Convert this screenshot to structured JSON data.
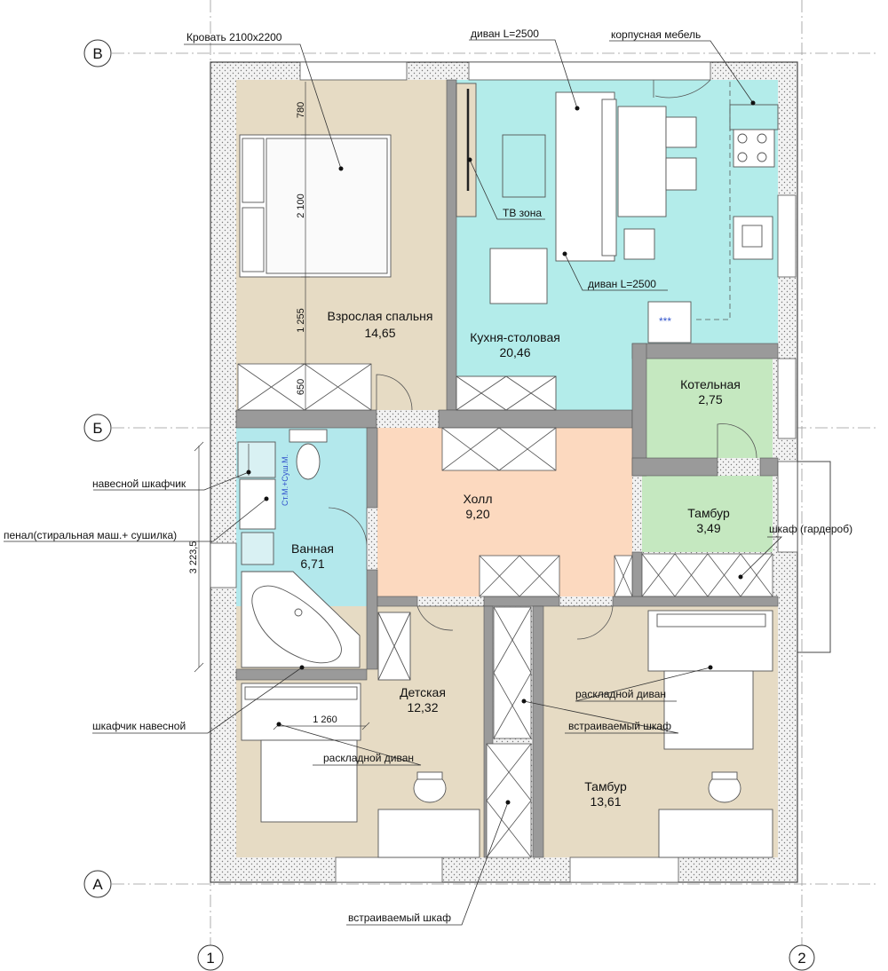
{
  "axes": {
    "rows": [
      "В",
      "Б",
      "А"
    ],
    "cols": [
      "1",
      "2"
    ]
  },
  "rooms": [
    {
      "id": "bedroom",
      "name": "Взрослая спальня",
      "area": "14,65"
    },
    {
      "id": "kitchen",
      "name": "Кухня-столовая",
      "area": "20,46"
    },
    {
      "id": "boiler",
      "name": "Котельная",
      "area": "2,75"
    },
    {
      "id": "hall",
      "name": "Холл",
      "area": "9,20"
    },
    {
      "id": "vestibule",
      "name": "Тамбур",
      "area": "3,49"
    },
    {
      "id": "bath",
      "name": "Ванная",
      "area": "6,71"
    },
    {
      "id": "kids",
      "name": "Детская",
      "area": "12,32"
    },
    {
      "id": "room2",
      "name": "Тамбур",
      "area": "13,61"
    }
  ],
  "annotations": {
    "bed": "Кровать 2100х2200",
    "sofa_top": "диван L=2500",
    "cabinet": "корпусная мебель",
    "tv": "ТВ зона",
    "sofa_mid": "диван L=2500",
    "stars": "***",
    "wall_cabinet": "навесной шкафчик",
    "penal": "пенал(стиральная маш.+ сушилка)",
    "wardrobe": "шкаф (гардероб)",
    "fold_sofa_right": "раскладной диван",
    "builtin_right": "встраиваемый шкаф",
    "hanging_cabinet": "шкафчик навесной",
    "fold_sofa_left": "раскладной диван",
    "builtin_bottom": "встраиваемый шкаф",
    "washer_label": "Ст.М.+Суш.М."
  },
  "dimensions": {
    "d780": "780",
    "d2100": "2 100",
    "d1255": "1 255",
    "d650": "650",
    "d3223": "3 223,5",
    "d1260": "1 260"
  },
  "colors": {
    "bedroom": "#e6dbc4",
    "kitchen": "#b3ecea",
    "boiler": "#c5e8c0",
    "hall": "#fcd9bf",
    "bath": "#b3e8ec",
    "wall": "#8a8a8a"
  }
}
